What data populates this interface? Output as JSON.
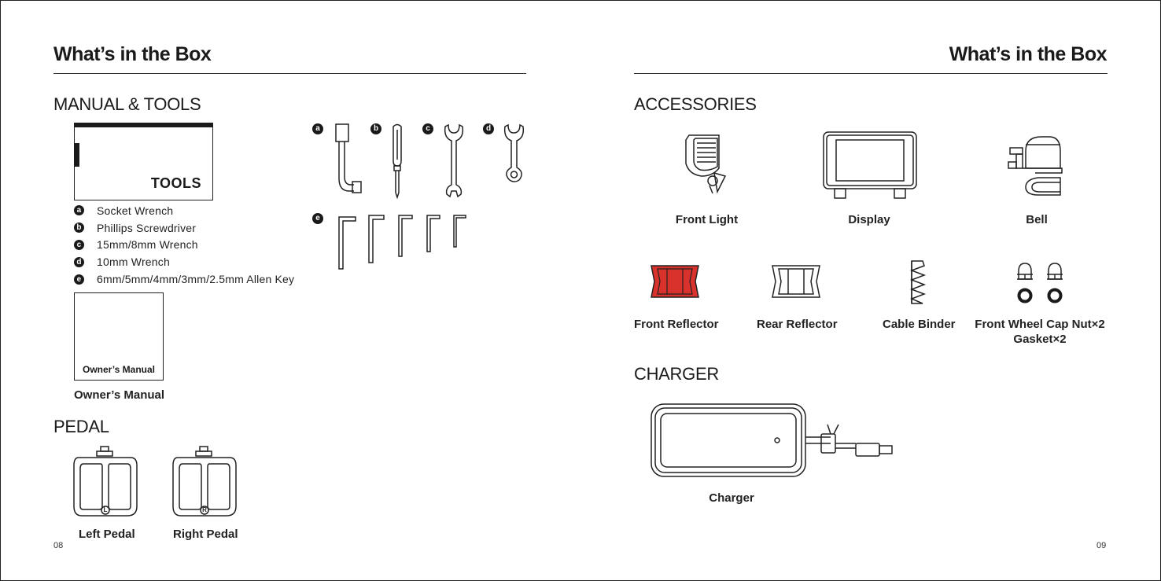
{
  "left_page": {
    "title": "What’s in the Box",
    "section_manual": "MANUAL & TOOLS",
    "toolbag_label": "TOOLS",
    "tools": [
      {
        "tag": "a",
        "label": "Socket Wrench"
      },
      {
        "tag": "b",
        "label": "Phillips Screwdriver"
      },
      {
        "tag": "c",
        "label": "15mm/8mm Wrench"
      },
      {
        "tag": "d",
        "label": "10mm Wrench"
      },
      {
        "tag": "e",
        "label": "6mm/5mm/4mm/3mm/2.5mm Allen Key"
      }
    ],
    "manual_cover_text": "Owner’s Manual",
    "manual_label": "Owner’s Manual",
    "section_pedal": "PEDAL",
    "left_pedal_label": "Left Pedal",
    "left_pedal_mark": "L",
    "right_pedal_label": "Right Pedal",
    "right_pedal_mark": "R",
    "page_number": "08"
  },
  "right_page": {
    "title": "What’s in the Box",
    "section_accessories": "ACCESSORIES",
    "accessories": [
      {
        "label": "Front Light"
      },
      {
        "label": "Display"
      },
      {
        "label": "Bell"
      },
      {
        "label": "Front Reflector"
      },
      {
        "label": "Rear Reflector"
      },
      {
        "label": "Cable Binder"
      },
      {
        "label": "Front Wheel Cap Nut×2"
      },
      {
        "label": "Gasket×2"
      }
    ],
    "section_charger": "CHARGER",
    "charger_label": "Charger",
    "page_number": "09"
  },
  "colors": {
    "ink": "#1a1a1a",
    "reflector_red": "#d9312b"
  }
}
